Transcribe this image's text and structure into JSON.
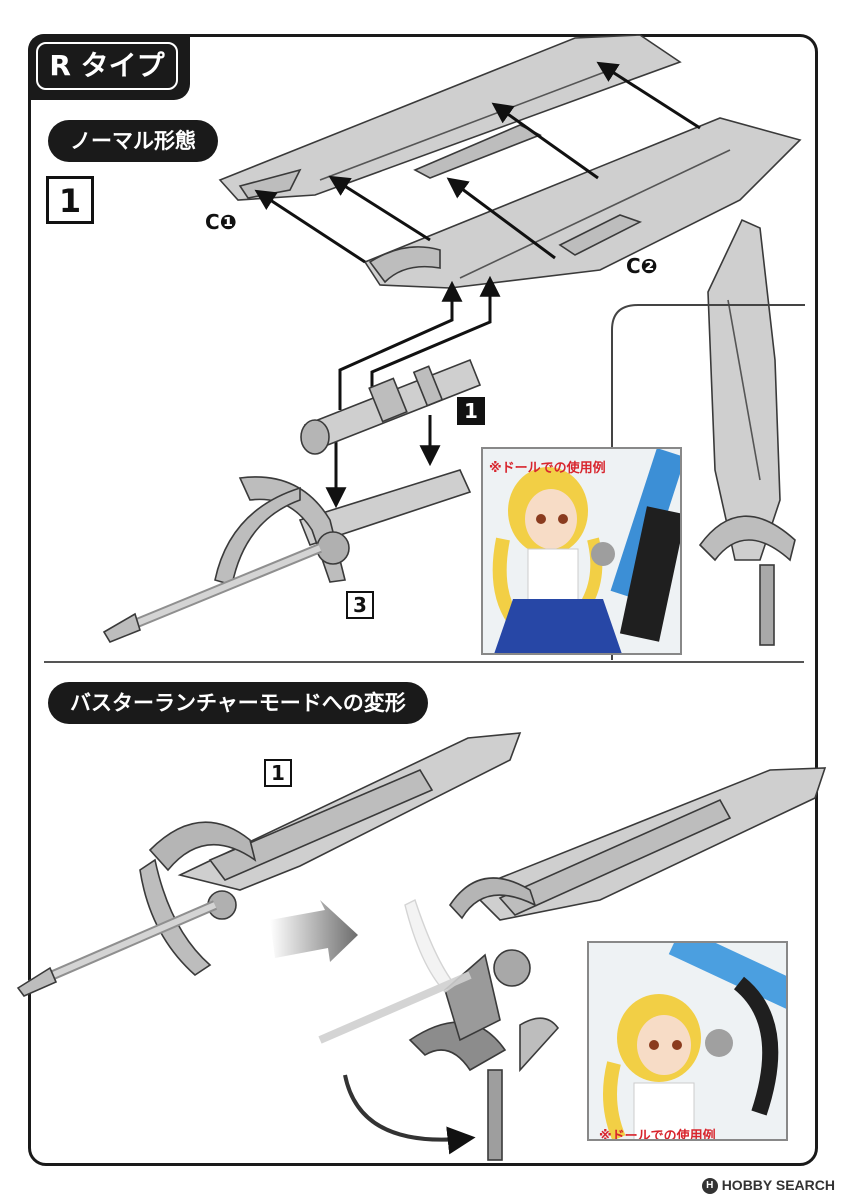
{
  "section_title": "R タイプ",
  "subsection_normal": "ノーマル形態",
  "subsection_transform": "バスターランチャーモードへの変形",
  "steps": {
    "main": "1",
    "part_1": "1",
    "part_3": "3",
    "transform_1": "1"
  },
  "part_labels": {
    "c1": "C❶",
    "c2": "C❷"
  },
  "photo_captions": {
    "top": "※ドールでの使用例",
    "bottom": "※ドールでの使用例"
  },
  "watermark": {
    "text": "HOBBY SEARCH",
    "icon": "hobby-search-logo-icon"
  },
  "colors": {
    "part_gray": "#c9c9c9",
    "outline": "#3a3a3a",
    "caption_red": "#d8262e",
    "header_black": "#1a1a1a"
  }
}
